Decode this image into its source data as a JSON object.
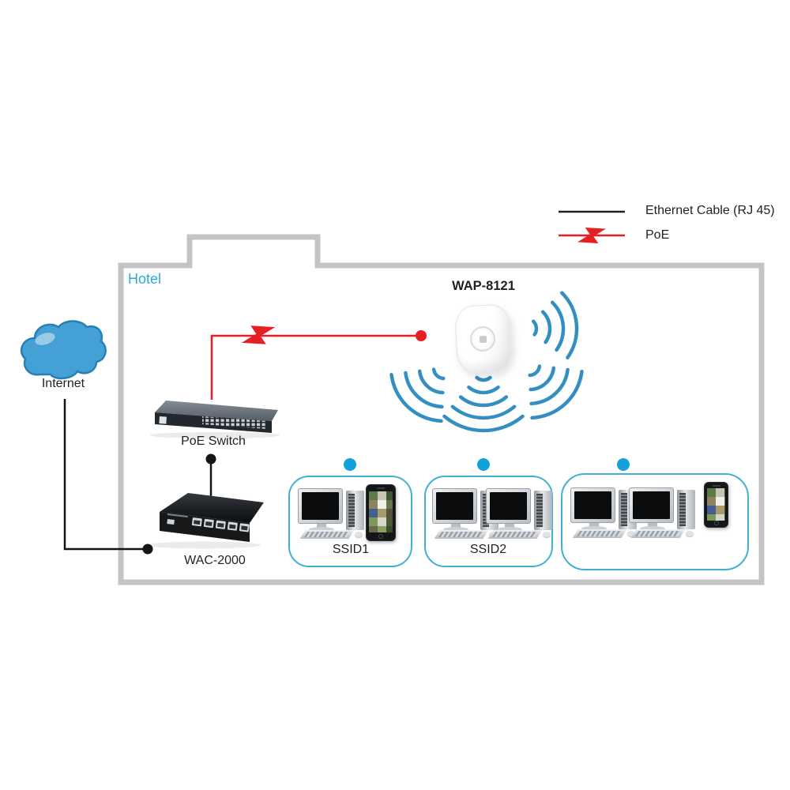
{
  "legend": {
    "items": [
      {
        "id": "ethernet",
        "label": "Ethernet Cable (RJ 45)",
        "color": "#231f20"
      },
      {
        "id": "poe",
        "label": "PoE",
        "color": "#e81e25"
      }
    ]
  },
  "building": {
    "label": "Hotel",
    "label_color": "#2fa7dc",
    "outline_color": "#c4c4c6"
  },
  "internet": {
    "label": "Internet",
    "cloud_color": "#45a0d6"
  },
  "devices": {
    "access_point": {
      "model": "WAP-8121"
    },
    "poe_switch": {
      "label": "PoE Switch"
    },
    "controller": {
      "model": "WAC-2000"
    }
  },
  "wifi": {
    "arc_color": "#338fc2",
    "dot_color": "#14a0da"
  },
  "ssid_groups": [
    {
      "label": "SSID1",
      "devices": [
        "desktop-computer",
        "smartphone"
      ]
    },
    {
      "label": "SSID2",
      "devices": [
        "desktop-computer",
        "desktop-computer"
      ]
    },
    {
      "label": "",
      "devices": [
        "desktop-computer",
        "desktop-computer",
        "smartphone"
      ]
    }
  ]
}
